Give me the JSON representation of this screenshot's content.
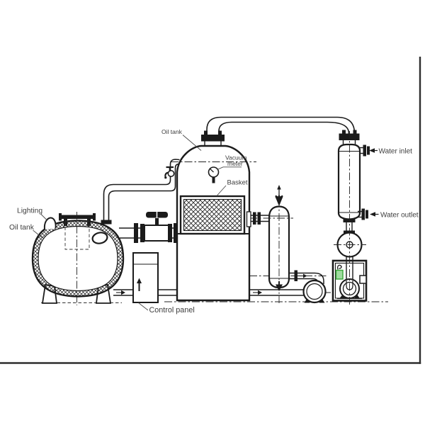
{
  "labels": {
    "fryer_tank": "Oil tank",
    "vacuum_meter_line1": "Vacuum",
    "vacuum_meter_line2": "meter",
    "basket": "Basket",
    "lighting": "Lighting",
    "storage_tank": "Oil tank",
    "water_inlet": "Water inlet",
    "water_outlet": "Water outlet",
    "control_panel": "Control panel"
  },
  "colors": {
    "line": "#1b1b1b",
    "text": "#3d3d3d",
    "background": "#ffffff",
    "frame_border": "#2e2e2e",
    "green_indicator": "#43a843"
  }
}
